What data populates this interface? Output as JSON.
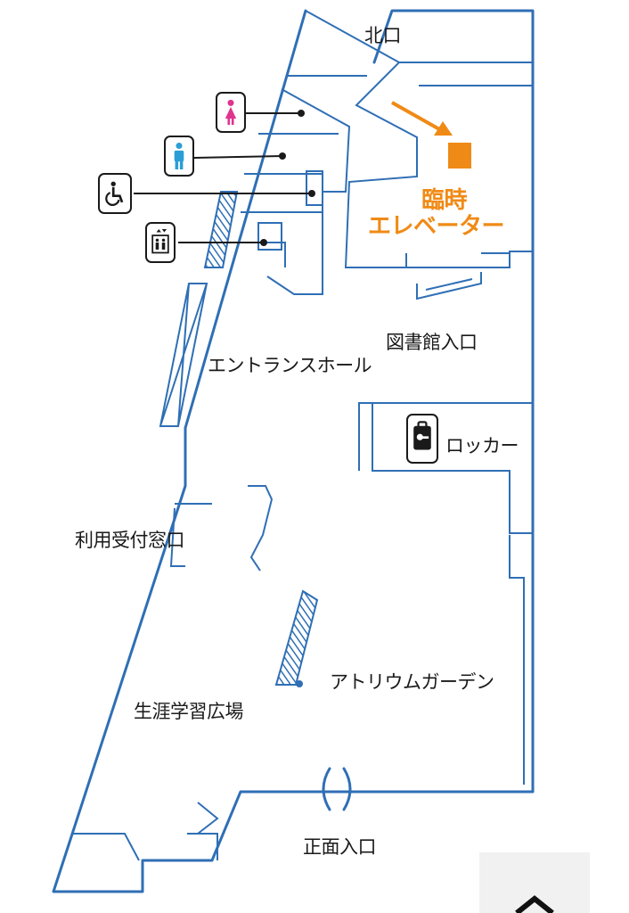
{
  "map": {
    "labels": {
      "north_entrance": "北口",
      "temp_elevator_line1": "臨時",
      "temp_elevator_line2": "エレベーター",
      "library_entrance": "図書館入口",
      "entrance_hall": "エントランスホール",
      "lockers": "ロッカー",
      "service_counter": "利用受付窓口",
      "atrium_garden": "アトリウムガーデン",
      "lifelong_learning_plaza": "生涯学習広場",
      "main_entrance": "正面入口"
    },
    "legend_icons": [
      "womens-restroom-icon",
      "mens-restroom-icon",
      "wheelchair-accessible-icon",
      "elevator-icon"
    ],
    "colors": {
      "walls": "#2f6fb5",
      "highlight": "#f08a16",
      "womens": "#e0348f",
      "mens": "#2a9fd6",
      "text": "#1a1a1a"
    }
  },
  "controls": {
    "scroll_top_icon": "chevron-up-icon"
  }
}
